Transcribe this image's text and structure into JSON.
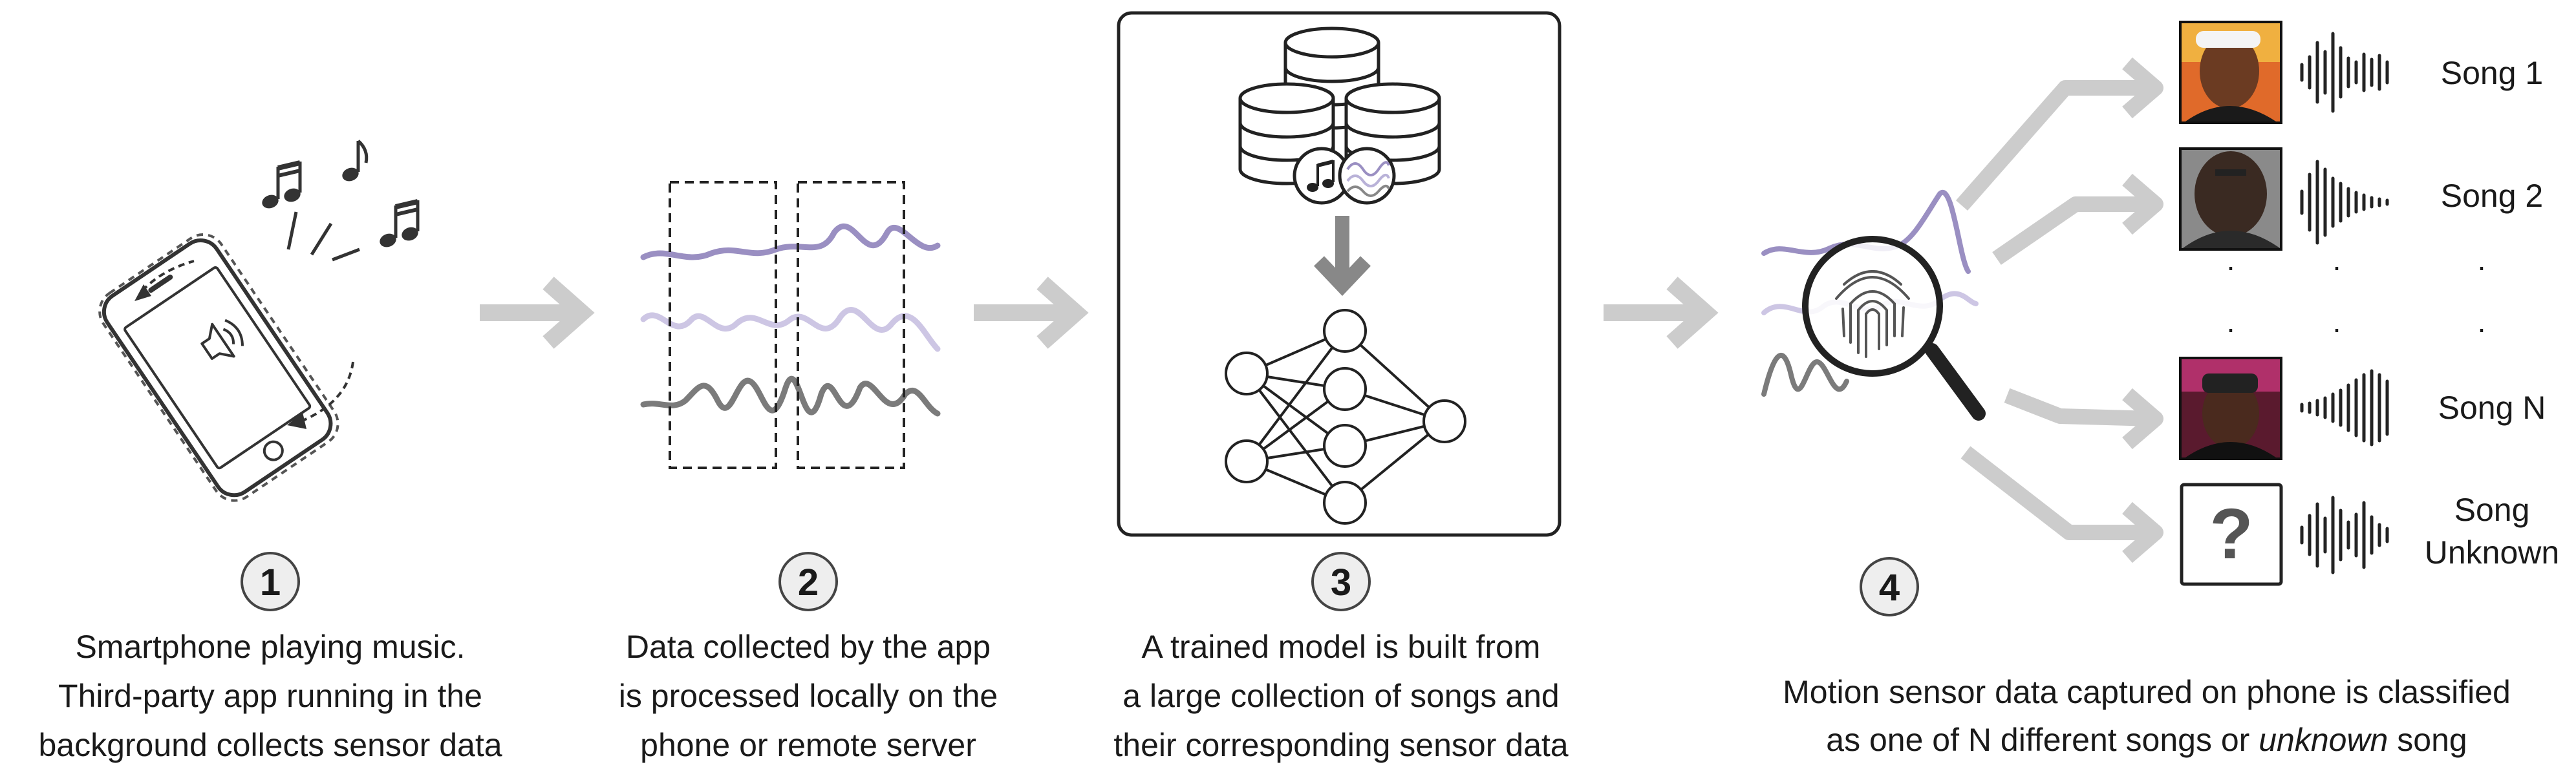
{
  "steps": [
    {
      "number": "1",
      "caption": [
        "Smartphone playing music.",
        "Third-party app running in the",
        "background collects sensor data"
      ]
    },
    {
      "number": "2",
      "caption": [
        "Data collected by the app",
        "is processed locally on the",
        "phone or remote server"
      ]
    },
    {
      "number": "3",
      "caption": [
        "A trained model is built from",
        "a large collection of songs and",
        "their corresponding sensor data"
      ]
    },
    {
      "number": "4",
      "caption_line1": "Motion sensor data captured on phone is classified",
      "caption_line2_pre": "as one of N different songs or ",
      "caption_line2_em": "unknown",
      "caption_line2_post": " song"
    }
  ],
  "songs": [
    {
      "label": "Song 1",
      "thumb": "artist-photo-1"
    },
    {
      "label": "Song 2",
      "thumb": "artist-photo-2"
    },
    {
      "label": "Song N",
      "thumb": "artist-photo-3"
    },
    {
      "label_line1": "Song",
      "label_line2": "Unknown",
      "thumb": "question-mark-box",
      "thumb_text": "?"
    }
  ],
  "dots": [
    "·",
    "·",
    "·",
    "·",
    "·",
    "·"
  ],
  "colors": {
    "gray_arrow": "#cccccc",
    "purple": "#9a8fc2",
    "light_purple": "#cdc6e4",
    "dark_gray": "#7b7b7b"
  }
}
